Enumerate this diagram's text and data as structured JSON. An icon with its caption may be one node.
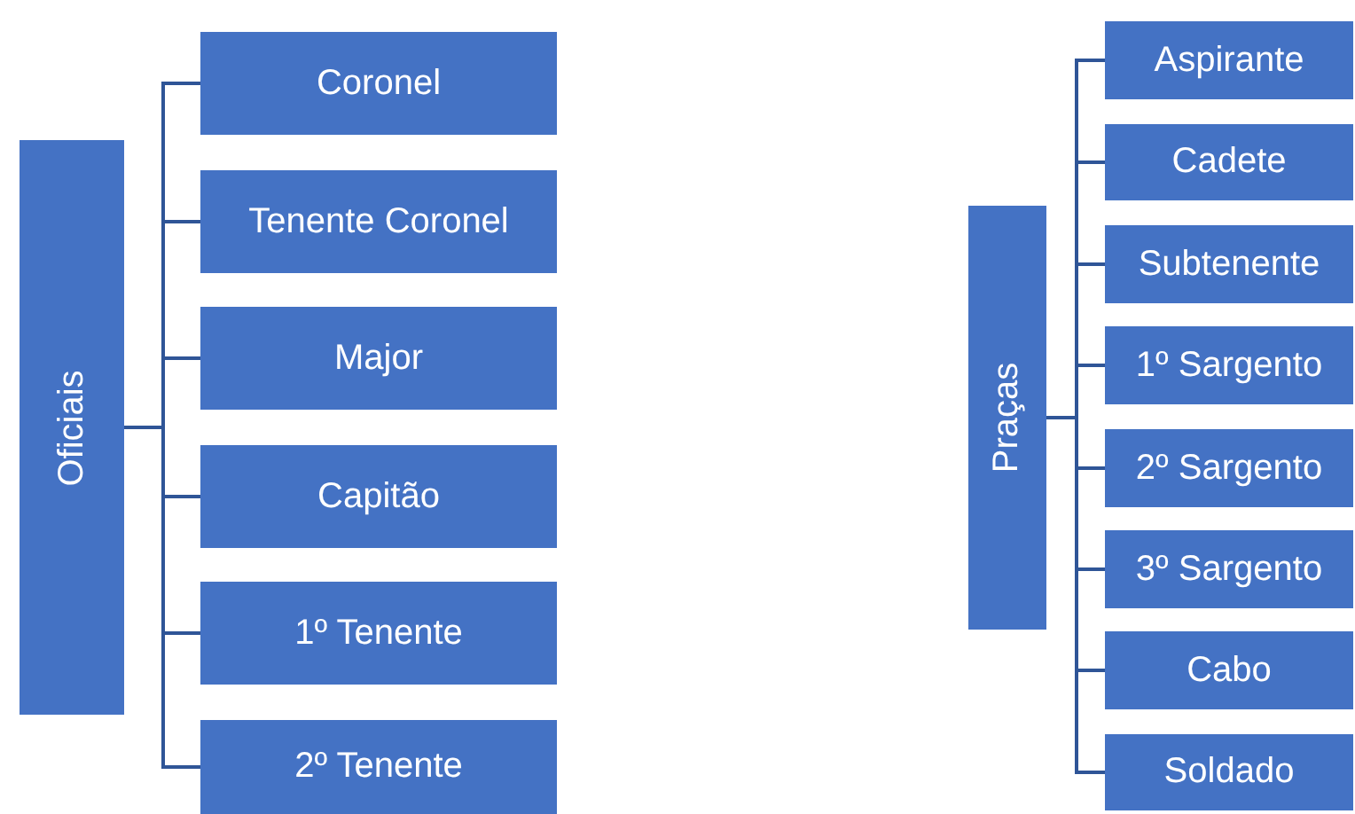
{
  "diagram": {
    "nodes": [
      {
        "text": [
          "Oficiais"
        ]
      },
      {
        "text": [
          "Coronel"
        ]
      },
      {
        "text": [
          "Tenente Coronel"
        ]
      },
      {
        "text": [
          "Major"
        ]
      },
      {
        "text": [
          "Capitão"
        ]
      },
      {
        "text": [
          "1º Tenente"
        ]
      },
      {
        "text": [
          "2º Tenente"
        ]
      },
      {
        "text": [
          "Praças"
        ]
      },
      {
        "text": [
          "Aspirante"
        ]
      },
      {
        "text": [
          "Cadete"
        ]
      },
      {
        "text": [
          "Subtenente"
        ]
      },
      {
        "text": [
          "1º Sargento"
        ]
      },
      {
        "text": [
          "2º Sargento"
        ]
      },
      {
        "text": [
          "3º Sargento"
        ]
      },
      {
        "text": [
          "Cabo"
        ]
      },
      {
        "text": [
          "Soldado"
        ]
      }
    ],
    "edges": [
      {
        "from": 0,
        "to": 1,
        "arrow": "none"
      },
      {
        "from": 0,
        "to": 2,
        "arrow": "none"
      },
      {
        "from": 0,
        "to": 3,
        "arrow": "none"
      },
      {
        "from": 0,
        "to": 4,
        "arrow": "none"
      },
      {
        "from": 0,
        "to": 5,
        "arrow": "none"
      },
      {
        "from": 0,
        "to": 6,
        "arrow": "none"
      },
      {
        "from": 7,
        "to": 8,
        "arrow": "none"
      },
      {
        "from": 7,
        "to": 9,
        "arrow": "none"
      },
      {
        "from": 7,
        "to": 10,
        "arrow": "none"
      },
      {
        "from": 7,
        "to": 11,
        "arrow": "none"
      },
      {
        "from": 7,
        "to": 12,
        "arrow": "none"
      },
      {
        "from": 7,
        "to": 13,
        "arrow": "none"
      },
      {
        "from": 7,
        "to": 14,
        "arrow": "none"
      },
      {
        "from": 7,
        "to": 15,
        "arrow": "none"
      }
    ]
  }
}
